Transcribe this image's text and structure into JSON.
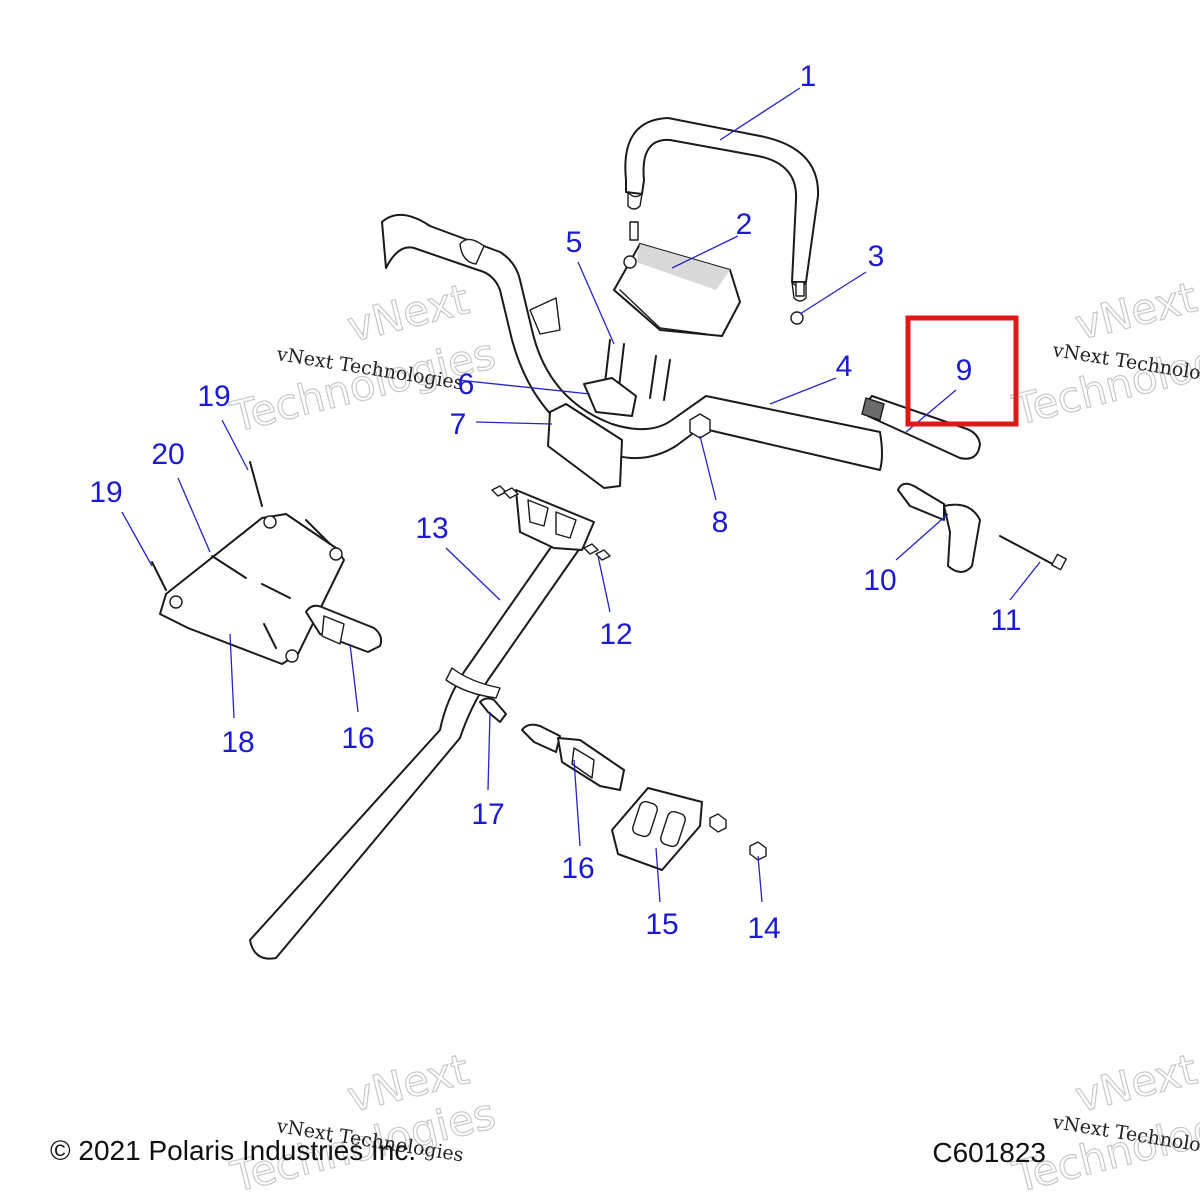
{
  "diagram": {
    "callouts": [
      "1",
      "2",
      "3",
      "4",
      "5",
      "6",
      "7",
      "8",
      "9",
      "10",
      "11",
      "12",
      "13",
      "14",
      "15",
      "16",
      "16",
      "17",
      "18",
      "19",
      "19",
      "20"
    ],
    "watermark": {
      "line1": "vNext",
      "line2": "Technologies",
      "caption": "vNext Technologies"
    },
    "footer": {
      "copyright": "© 2021 Polaris Industries Inc.",
      "diagram_code": "C601823"
    },
    "highlight_color": "#e01818",
    "callout_color": "#1a1ad0"
  }
}
